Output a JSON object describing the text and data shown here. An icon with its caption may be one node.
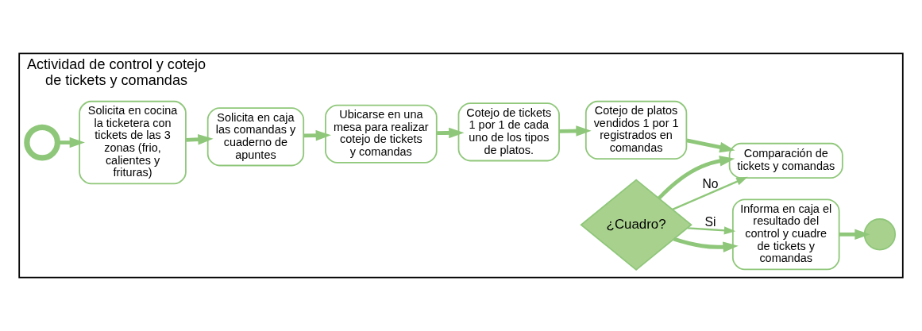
{
  "diagram": {
    "nodes": [
      {
        "text": [
          "Actividad de control y cotejo de tickets y comandas"
        ]
      },
      {
        "text": [],
        "shape": "circle",
        "in": 0
      },
      {
        "text": [
          "Solicita en cocina la ticketera con tickets de las 3 zonas (frio, calientes y frituras)"
        ],
        "in": 0
      },
      {
        "text": [
          "Solicita en caja las comandas y cuaderno de apuntes"
        ],
        "in": 0
      },
      {
        "text": [
          "Ubicarse en una mesa para realizar cotejo de tickets y comandas"
        ],
        "in": 0
      },
      {
        "text": [
          "Cotejo de tickets 1 por 1 de cada uno de los tipos de platos."
        ],
        "in": 0
      },
      {
        "text": [
          "Cotejo de platos vendidos 1 por 1 registrados en comandas"
        ],
        "in": 0
      },
      {
        "text": [
          "Comparación de tickets y comandas"
        ],
        "in": 0
      },
      {
        "text": [
          "¿Cuadro?"
        ],
        "in": 0
      },
      {
        "text": [
          "Informa en caja el resultado del control y cuadre de tickets y comandas"
        ],
        "in": 0
      },
      {
        "text": [],
        "shape": "circle",
        "in": 0
      }
    ],
    "edges": [
      {
        "from": 1,
        "to": 2,
        "arrow": "to"
      },
      {
        "from": 2,
        "to": 3,
        "arrow": "to"
      },
      {
        "from": 3,
        "to": 4,
        "arrow": "to"
      },
      {
        "from": 4,
        "to": 5,
        "arrow": "to"
      },
      {
        "from": 5,
        "to": 6,
        "arrow": "to"
      },
      {
        "from": 6,
        "to": 7,
        "arrow": "to"
      },
      {
        "from": 8,
        "to": 7,
        "arrow": "to"
      },
      {
        "from": 8,
        "to": 9,
        "arrow": "to"
      },
      {
        "from": 8,
        "to": 7,
        "arrow": "to",
        "label": "No"
      },
      {
        "from": 8,
        "to": 9,
        "arrow": "to",
        "label": "Si"
      },
      {
        "from": 9,
        "to": 10,
        "arrow": "to"
      }
    ]
  }
}
